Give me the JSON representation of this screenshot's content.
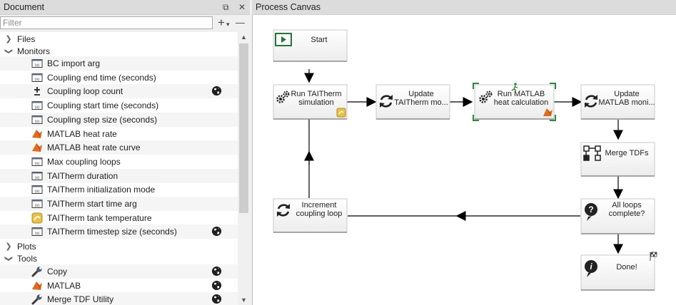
{
  "document_panel": {
    "title": "Document",
    "pin_icon": "pin-icon",
    "close_icon": "close-icon",
    "filter_placeholder": "Filter",
    "add_symbol": "+",
    "remove_symbol": "—",
    "groups": {
      "files": "Files",
      "monitors": "Monitors",
      "plots": "Plots",
      "tools": "Tools"
    },
    "monitors": [
      {
        "label": "BC import arg",
        "icon": "variable-icon"
      },
      {
        "label": "Coupling end time (seconds)",
        "icon": "variable-icon"
      },
      {
        "label": "Coupling loop count",
        "icon": "plus-minus-icon",
        "global": true
      },
      {
        "label": "Coupling start time (seconds)",
        "icon": "variable-icon"
      },
      {
        "label": "Coupling step size (seconds)",
        "icon": "variable-icon"
      },
      {
        "label": "MATLAB heat rate",
        "icon": "matlab-icon"
      },
      {
        "label": "MATLAB heat rate curve",
        "icon": "matlab-icon"
      },
      {
        "label": "Max coupling loops",
        "icon": "variable-icon"
      },
      {
        "label": "TAITherm duration",
        "icon": "variable-icon"
      },
      {
        "label": "TAITherm initialization mode",
        "icon": "variable-icon"
      },
      {
        "label": "TAITherm start time arg",
        "icon": "variable-icon"
      },
      {
        "label": "TAITherm tank temperature",
        "icon": "taitherm-icon"
      },
      {
        "label": "TAITherm timestep size (seconds)",
        "icon": "variable-icon",
        "global": true
      }
    ],
    "tools": [
      {
        "label": "Copy",
        "icon": "wrench-icon",
        "global": true
      },
      {
        "label": "MATLAB",
        "icon": "matlab-icon",
        "global": true
      },
      {
        "label": "Merge TDF Utility",
        "icon": "wrench-icon",
        "global": true
      }
    ]
  },
  "canvas_panel": {
    "title": "Process Canvas",
    "nodes": {
      "start": {
        "line1": "Start",
        "line2": ""
      },
      "run_taitherm": {
        "line1": "Run TAITherm",
        "line2": "simulation"
      },
      "update_taitherm": {
        "line1": "Update",
        "line2": "TAITherm mo..."
      },
      "run_matlab": {
        "line1": "Run MATLAB",
        "line2": "heat calculation"
      },
      "update_matlab": {
        "line1": "Update",
        "line2": "MATLAB moni..."
      },
      "merge_tdfs": {
        "line1": "Merge TDFs",
        "line2": ""
      },
      "all_loops": {
        "line1": "All loops",
        "line2": "complete?"
      },
      "increment": {
        "line1": "Increment",
        "line2": "coupling loop"
      },
      "done": {
        "line1": "Done!",
        "line2": ""
      }
    }
  },
  "colors": {
    "panel_bg": "#f0f0f0",
    "title_bg": "#dcdcdc",
    "start_green": "#1e7b34",
    "matlab_orange": "#e16a1b",
    "selection_green": "#2e8b3a"
  }
}
